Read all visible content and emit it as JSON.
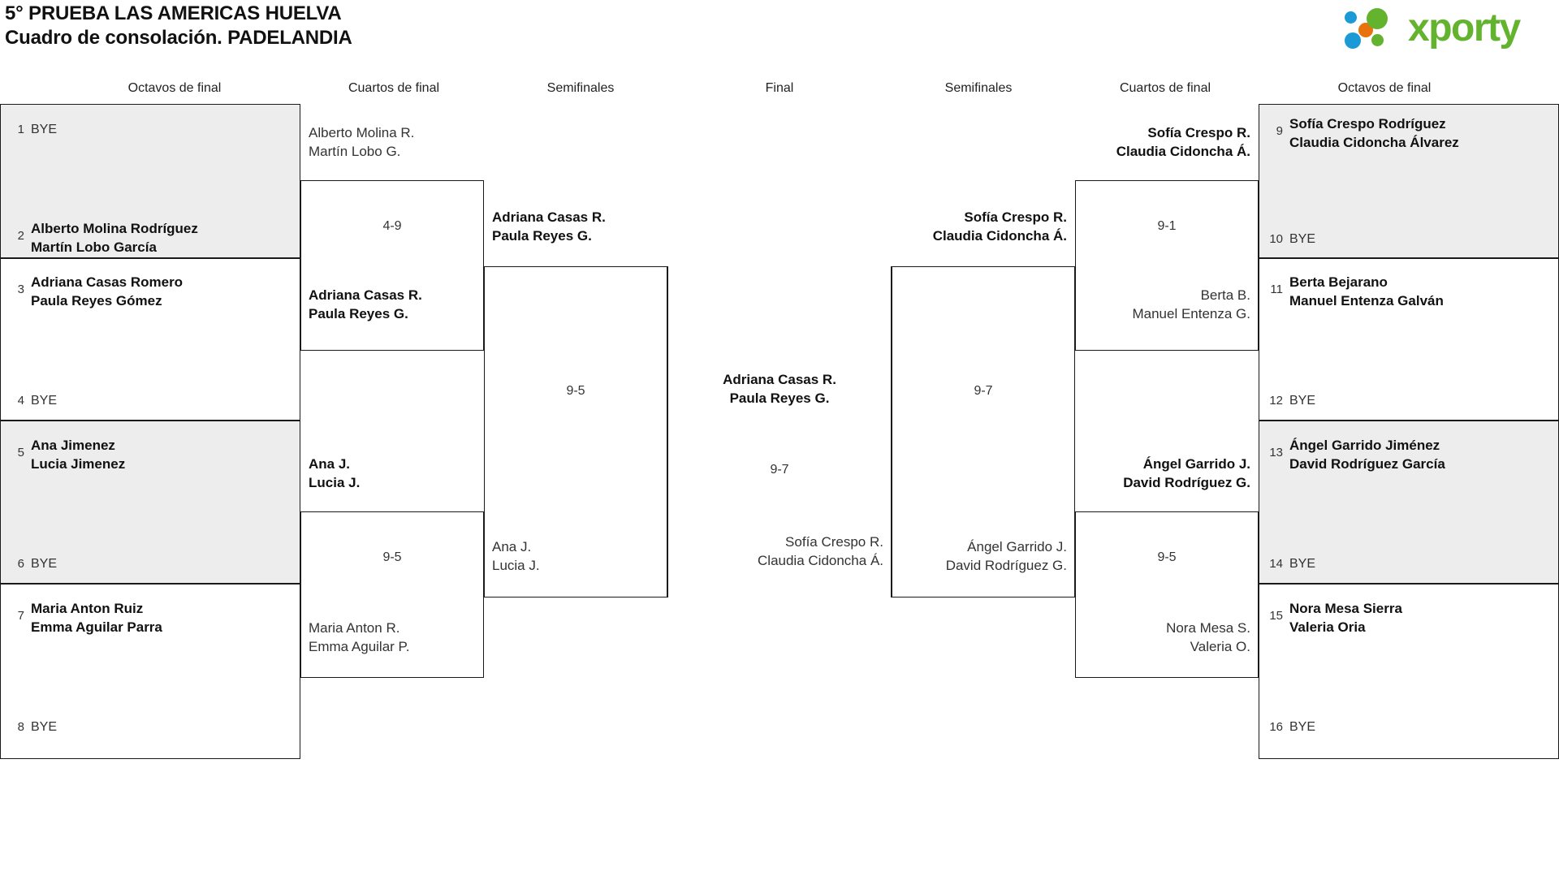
{
  "header": {
    "title_line1": "5° PRUEBA LAS AMERICAS HUELVA",
    "title_line2": "Cuadro de consolación. PADELANDIA",
    "logo_text": "xporty",
    "logo_colors": {
      "blue": "#1b9ad6",
      "orange": "#e8730c",
      "green": "#63b32e"
    }
  },
  "round_headers": [
    {
      "label": "Octavos de final"
    },
    {
      "label": "Cuartos de final"
    },
    {
      "label": "Semifinales"
    },
    {
      "label": "Final"
    },
    {
      "label": "Semifinales"
    },
    {
      "label": "Cuartos de final"
    },
    {
      "label": "Octavos de final"
    }
  ],
  "left": {
    "octavos": [
      {
        "seed": "1",
        "names": [
          "BYE"
        ],
        "bye": true
      },
      {
        "seed": "2",
        "names": [
          "Alberto Molina Rodríguez",
          "Martín Lobo García"
        ],
        "bye": false
      },
      {
        "seed": "3",
        "names": [
          "Adriana Casas Romero",
          "Paula Reyes Gómez"
        ],
        "bye": false
      },
      {
        "seed": "4",
        "names": [
          "BYE"
        ],
        "bye": true
      },
      {
        "seed": "5",
        "names": [
          "Ana Jimenez",
          "Lucia Jimenez"
        ],
        "bye": false
      },
      {
        "seed": "6",
        "names": [
          "BYE"
        ],
        "bye": true
      },
      {
        "seed": "7",
        "names": [
          "Maria Anton Ruiz",
          "Emma Aguilar Parra"
        ],
        "bye": false
      },
      {
        "seed": "8",
        "names": [
          "BYE"
        ],
        "bye": true
      }
    ],
    "cuartos": [
      {
        "names": [
          "Alberto Molina R.",
          "Martín Lobo G."
        ],
        "winner": false
      },
      {
        "names": [
          "Adriana Casas R.",
          "Paula Reyes G."
        ],
        "winner": true
      },
      {
        "names": [
          "Ana J.",
          "Lucia J."
        ],
        "winner": true
      },
      {
        "names": [
          "Maria Anton R.",
          "Emma Aguilar P."
        ],
        "winner": false
      }
    ],
    "cuartos_scores": [
      "4-9",
      "9-5"
    ],
    "semis": [
      {
        "names": [
          "Adriana Casas R.",
          "Paula Reyes G."
        ],
        "winner": true
      },
      {
        "names": [
          "Ana J.",
          "Lucia J."
        ],
        "winner": false
      }
    ],
    "semis_score": "9-5"
  },
  "right": {
    "octavos": [
      {
        "seed": "9",
        "names": [
          "Sofía Crespo Rodríguez",
          "Claudia Cidoncha Álvarez"
        ],
        "bye": false
      },
      {
        "seed": "10",
        "names": [
          "BYE"
        ],
        "bye": true
      },
      {
        "seed": "11",
        "names": [
          "Berta Bejarano",
          "Manuel Entenza Galván"
        ],
        "bye": false
      },
      {
        "seed": "12",
        "names": [
          "BYE"
        ],
        "bye": true
      },
      {
        "seed": "13",
        "names": [
          "Ángel Garrido Jiménez",
          "David Rodríguez García"
        ],
        "bye": false
      },
      {
        "seed": "14",
        "names": [
          "BYE"
        ],
        "bye": true
      },
      {
        "seed": "15",
        "names": [
          "Nora Mesa Sierra",
          "Valeria Oria"
        ],
        "bye": false
      },
      {
        "seed": "16",
        "names": [
          "BYE"
        ],
        "bye": true
      }
    ],
    "cuartos": [
      {
        "names": [
          "Sofía Crespo R.",
          "Claudia Cidoncha Á."
        ],
        "winner": true
      },
      {
        "names": [
          "Berta B.",
          "Manuel Entenza G."
        ],
        "winner": false
      },
      {
        "names": [
          "Ángel Garrido J.",
          "David Rodríguez G."
        ],
        "winner": true
      },
      {
        "names": [
          "Nora Mesa S.",
          "Valeria O."
        ],
        "winner": false
      }
    ],
    "cuartos_scores": [
      "9-1",
      "9-5"
    ],
    "semis": [
      {
        "names": [
          "Sofía Crespo R.",
          "Claudia Cidoncha Á."
        ],
        "winner": true
      },
      {
        "names": [
          "Ángel Garrido J.",
          "David Rodríguez G."
        ],
        "winner": false
      }
    ],
    "semis_score": "9-7"
  },
  "final": {
    "champion": {
      "names": [
        "Adriana Casas R.",
        "Paula Reyes G."
      ],
      "winner": true
    },
    "runner_up": {
      "names": [
        "Sofía Crespo R.",
        "Claudia Cidoncha Á."
      ],
      "winner": false
    },
    "score": "9-7"
  }
}
